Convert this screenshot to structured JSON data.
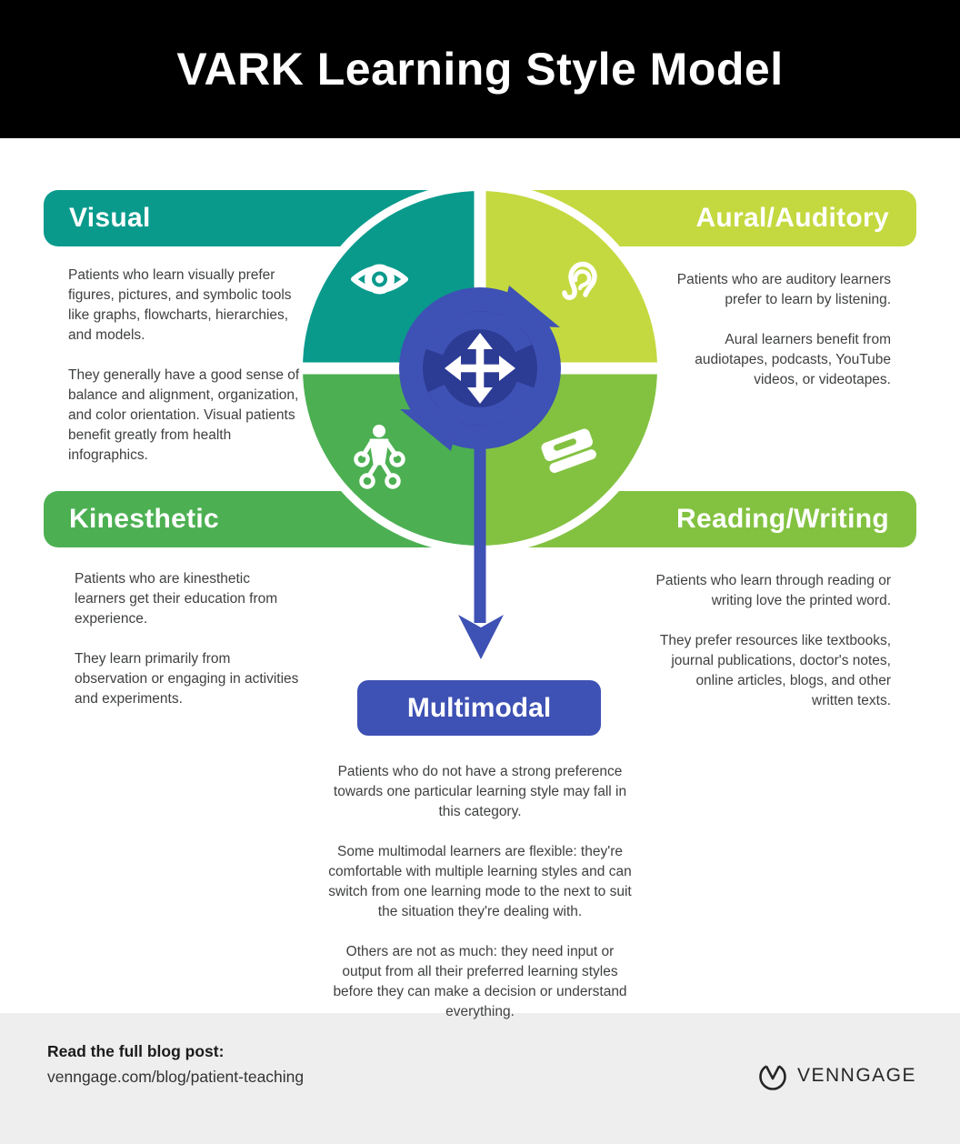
{
  "header": {
    "title": "VARK Learning Style Model"
  },
  "styles": {
    "visual": {
      "label": "Visual",
      "icon": "eye-icon",
      "paragraphs": [
        "Patients who learn visually prefer figures, pictures, and symbolic tools like graphs, flowcharts, hierarchies, and models.",
        "They generally have a good sense of balance and alignment, organization, and color orientation. Visual patients benefit greatly from health infographics."
      ]
    },
    "aural": {
      "label": "Aural/Auditory",
      "icon": "ear-icon",
      "paragraphs": [
        "Patients who are auditory learners prefer to learn by listening.",
        "Aural learners benefit from audiotapes, podcasts, YouTube videos, or videotapes."
      ]
    },
    "kinesthetic": {
      "label": "Kinesthetic",
      "icon": "kinesthetic-person-icon",
      "paragraphs": [
        "Patients who are kinesthetic learners get their education from experience.",
        "They learn primarily from observation or engaging in activities and experiments."
      ]
    },
    "reading": {
      "label": "Reading/Writing",
      "icon": "book-icon",
      "paragraphs": [
        "Patients who learn through reading or writing love the printed word.",
        "They prefer resources like textbooks, journal publications, doctor's notes, online articles, blogs, and other written texts."
      ]
    }
  },
  "multimodal": {
    "label": "Multimodal",
    "icon": "sync-move-arrows-icon",
    "paragraphs": [
      "Patients who do not have a strong preference towards one particular learning style may fall in this category.",
      "Some multimodal learners are flexible: they're comfortable with multiple learning styles and can switch from one learning mode to the next to suit the situation they're dealing with.",
      "Others are not as much: they need input or output from all their preferred learning styles before they can make a decision or understand everything."
    ]
  },
  "footer": {
    "cta_heading": "Read the full blog post:",
    "cta_url": "venngage.com/blog/patient-teaching",
    "brand": "VENNGAGE"
  },
  "colors": {
    "teal": "#099a8c",
    "yellowgreen": "#c4d93f",
    "green": "#4cb052",
    "lightgreen": "#83c241",
    "blue": "#3e51b4",
    "navy": "#2c3b94"
  }
}
